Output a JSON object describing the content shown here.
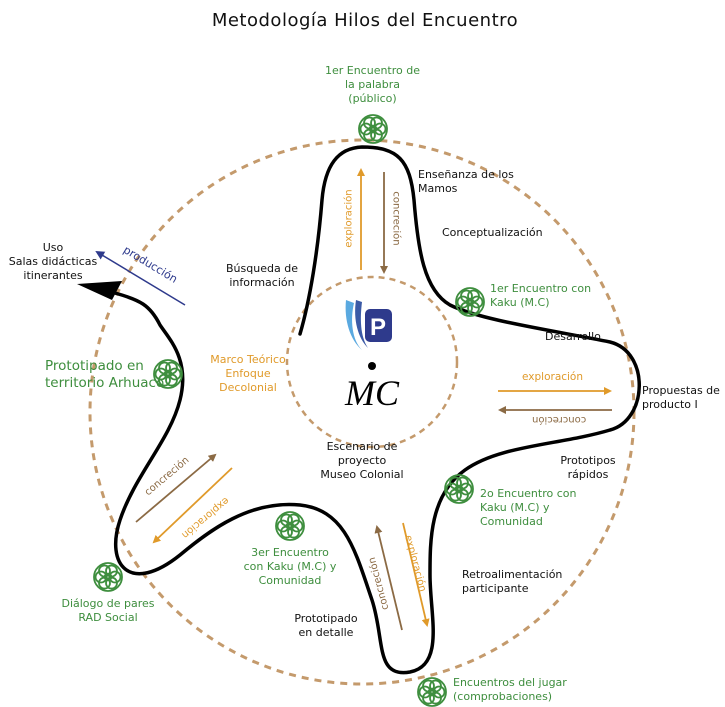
{
  "title": "Metodología Hilos del Encuentro",
  "center": {
    "logo_letter": "P",
    "monogram": "MC",
    "marco": [
      "Marco Teórico",
      "Enfoque",
      "Decolonial"
    ],
    "escenario": [
      "Escenario de",
      "proyecto",
      "Museo Colonial"
    ],
    "busqueda": [
      "Búsqueda de",
      "información"
    ]
  },
  "encounters": {
    "e1": [
      "1er Encuentro de",
      "la palabra",
      "(público)"
    ],
    "kaku1": [
      "1er Encuentro con",
      "Kaku (M.C)"
    ],
    "kaku2": [
      "2o Encuentro con",
      "Kaku (M.C) y",
      "Comunidad"
    ],
    "kaku3": [
      "3er Encuentro",
      "con Kaku (M.C) y",
      "Comunidad"
    ],
    "juego": [
      "Encuentros del jugar",
      "(comprobaciones)"
    ],
    "dialogo": [
      "Diálogo de pares",
      "RAD Social"
    ],
    "arhuaco": [
      "Prototipado en",
      "territorio Arhuaco"
    ]
  },
  "stages": {
    "ensenanza": [
      "Enseñanza de los",
      "Mamos"
    ],
    "conceptualizacion": "Conceptualización",
    "desarrollo": "Desarrollo",
    "propuestas": [
      "Propuestas de",
      "producto I"
    ],
    "prototipos": [
      "Prototipos",
      "rápidos"
    ],
    "retro": [
      "Retroalimentación",
      "participante"
    ],
    "detalle": [
      "Prototipado",
      "en detalle"
    ],
    "uso": [
      "Uso",
      "Salas didácticas",
      "itinerantes"
    ]
  },
  "arrows": {
    "exploracion": "exploración",
    "concrecion": "concreción",
    "produccion": "producción"
  },
  "colors": {
    "green": "#3e8e3e",
    "orange": "#e09a2a",
    "brown": "#8b6a44",
    "dashed": "#c49a6c",
    "navy": "#2e3a8c",
    "logo_blue": "#3b5aa6"
  }
}
